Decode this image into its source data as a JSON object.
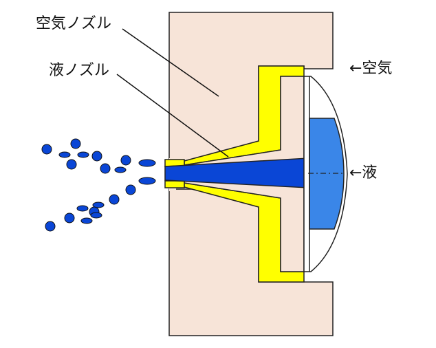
{
  "labels": {
    "air_nozzle": "空気ノズル",
    "liquid_nozzle": "液ノズル",
    "air_arrow": "←空気",
    "liquid_arrow": "←液"
  },
  "colors": {
    "body": "#f7e4d8",
    "outline": "#222222",
    "nozzle": "#ffff00",
    "liquid": "#0a46d6",
    "reservoir": "#3a86e8",
    "droplet": "#0a46d6"
  }
}
